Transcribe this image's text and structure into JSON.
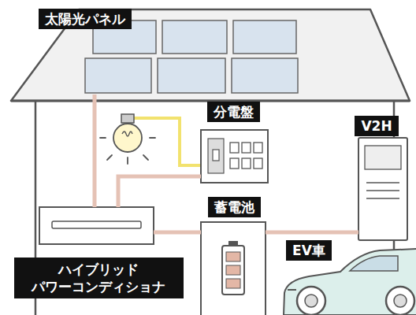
{
  "diagram": {
    "nodes": [
      {
        "text": [
          "太陽光パネル"
        ]
      },
      {
        "text": [
          "分電盤"
        ]
      },
      {
        "text": [
          "V2H"
        ]
      },
      {
        "text": [
          "蓄電池"
        ]
      },
      {
        "text": [
          "EV車"
        ]
      },
      {
        "text": [
          "ハイブリッド パワーコンディショナ"
        ]
      }
    ],
    "edges": [
      {
        "from": 0,
        "to": 5,
        "arrow": "none"
      },
      {
        "from": 5,
        "to": 1,
        "arrow": "none"
      },
      {
        "from": 5,
        "to": 3,
        "arrow": "none"
      },
      {
        "from": 3,
        "to": 2,
        "arrow": "none"
      }
    ]
  }
}
